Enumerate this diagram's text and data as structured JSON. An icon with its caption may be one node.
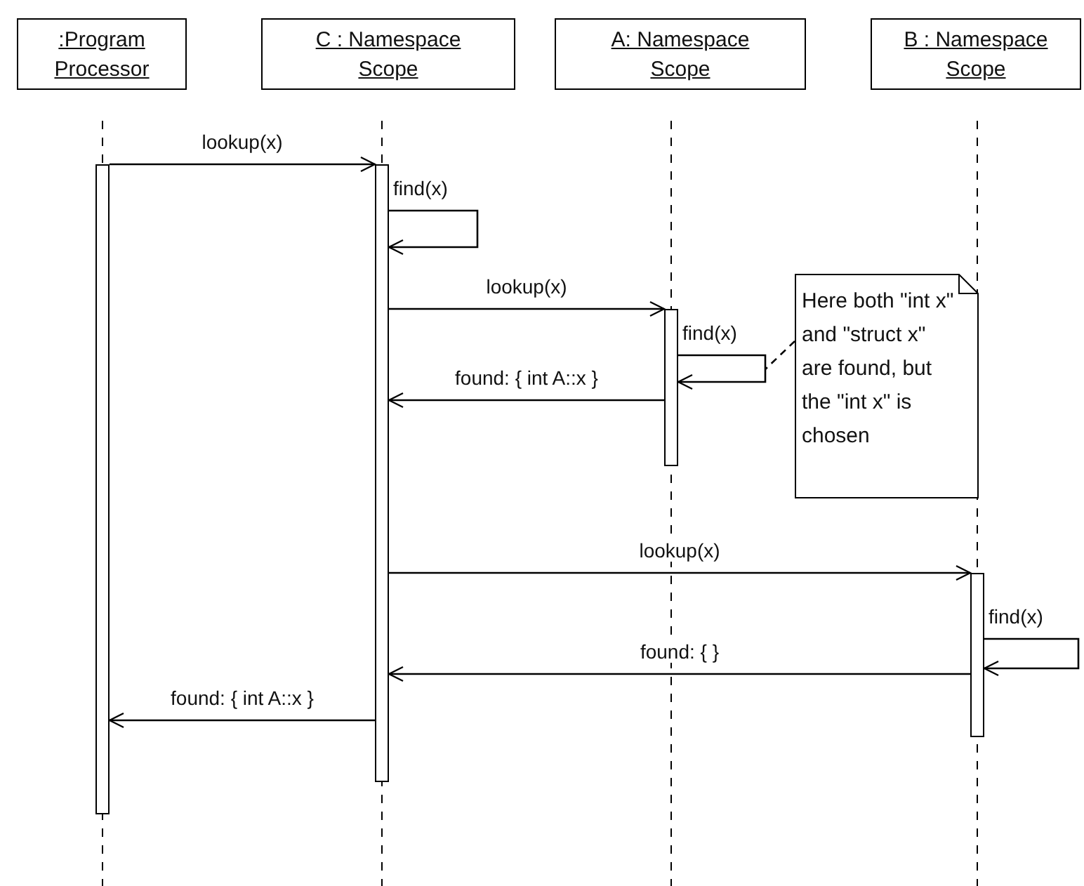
{
  "diagram": {
    "nodes": [
      {
        "text": [
          ":Program Processor"
        ]
      },
      {
        "text": [
          "C : Namespace Scope"
        ]
      },
      {
        "text": [
          "A: Namespace Scope"
        ]
      },
      {
        "text": [
          "B : Namespace Scope"
        ]
      },
      {
        "text": [],
        "shape": "bar"
      },
      {
        "text": [],
        "shape": "bar"
      },
      {
        "text": [],
        "shape": "bar"
      },
      {
        "text": [],
        "shape": "bar"
      },
      {
        "text": [
          "Here both \"int x\" and \"struct x\" are found, but the \"int x\" is chosen"
        ]
      }
    ],
    "edges": [
      {
        "from": 4,
        "to": 5,
        "arrow": "to",
        "label": "lookup(x)"
      },
      {
        "from": 5,
        "to": 5,
        "arrow": "to",
        "label": "find(x)"
      },
      {
        "from": 5,
        "to": 6,
        "arrow": "to",
        "label": "lookup(x)"
      },
      {
        "from": 6,
        "to": 6,
        "arrow": "to",
        "label": "find(x)"
      },
      {
        "from": 6,
        "to": 5,
        "arrow": "to",
        "label": "found: { int A::x }"
      },
      {
        "from": 8,
        "to": null,
        "arrow": "none",
        "style": "dashed"
      },
      {
        "from": 5,
        "to": 7,
        "arrow": "to",
        "label": "lookup(x)"
      },
      {
        "from": 7,
        "to": 7,
        "arrow": "to",
        "label": "find(x)"
      },
      {
        "from": 7,
        "to": 5,
        "arrow": "to",
        "label": "found: { }"
      },
      {
        "from": 5,
        "to": 4,
        "arrow": "to",
        "label": "found: { int A::x }"
      }
    ]
  }
}
